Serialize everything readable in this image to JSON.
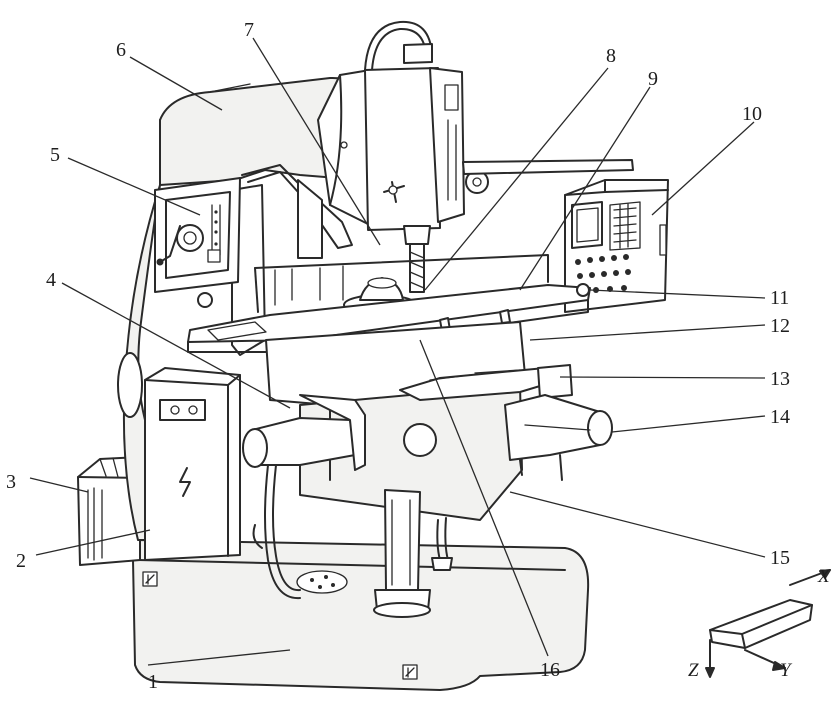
{
  "labels": [
    {
      "id": "1",
      "text": "1"
    },
    {
      "id": "2",
      "text": "2"
    },
    {
      "id": "3",
      "text": "3"
    },
    {
      "id": "4",
      "text": "4"
    },
    {
      "id": "5",
      "text": "5"
    },
    {
      "id": "6",
      "text": "6"
    },
    {
      "id": "7",
      "text": "7"
    },
    {
      "id": "8",
      "text": "8"
    },
    {
      "id": "9",
      "text": "9"
    },
    {
      "id": "10",
      "text": "10"
    },
    {
      "id": "11",
      "text": "11"
    },
    {
      "id": "12",
      "text": "12"
    },
    {
      "id": "13",
      "text": "13"
    },
    {
      "id": "14",
      "text": "14"
    },
    {
      "id": "15",
      "text": "15"
    },
    {
      "id": "16",
      "text": "16"
    }
  ],
  "axes": {
    "x": "X",
    "y": "Y",
    "z": "Z"
  }
}
